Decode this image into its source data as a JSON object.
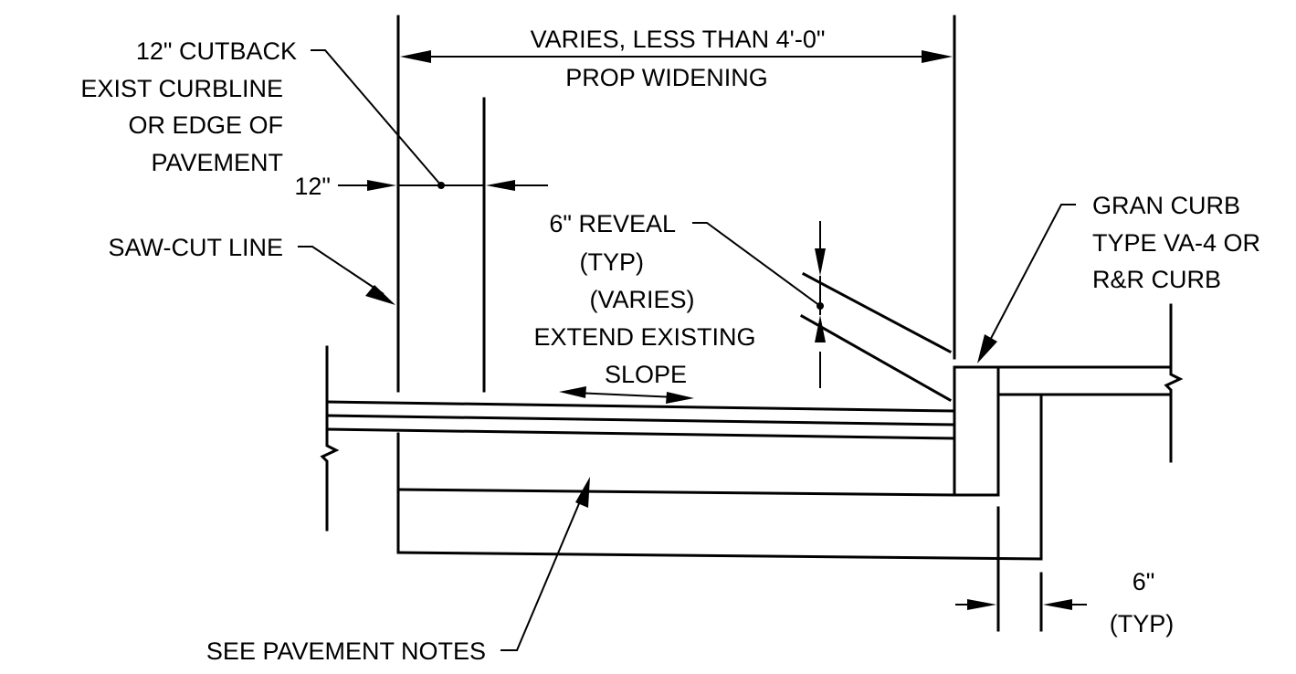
{
  "labels": {
    "width_dim_line1": "VARIES, LESS THAN 4'-0\"",
    "width_dim_line2": "PROP WIDENING",
    "cutback_line1": "12\" CUTBACK",
    "cutback_line2": "EXIST CURBLINE",
    "cutback_line3": "OR EDGE OF",
    "cutback_line4": "PAVEMENT",
    "cutback_dim": "12\"",
    "sawcut": "SAW-CUT LINE",
    "reveal_line1": "6\" REVEAL",
    "reveal_line2": "(TYP)",
    "slope_line1": "(VARIES)",
    "slope_line2": "EXTEND EXISTING",
    "slope_line3": "SLOPE",
    "curb_line1": "GRAN CURB",
    "curb_line2": "TYPE VA-4 OR",
    "curb_line3": "R&R CURB",
    "curb_dim_line1": "6\"",
    "curb_dim_line2": "(TYP)",
    "pavement_notes": "SEE PAVEMENT NOTES"
  }
}
